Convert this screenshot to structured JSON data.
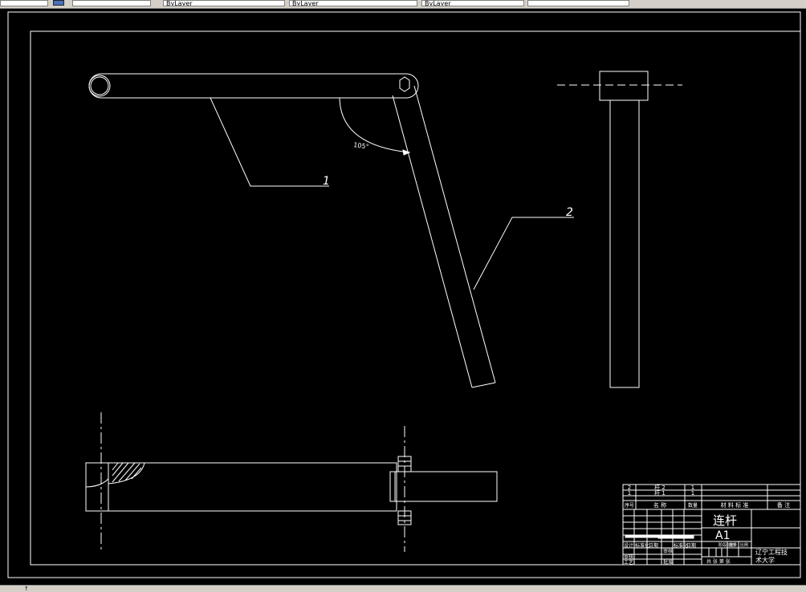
{
  "toolbar": {
    "layer_controls": [
      "ByLayer",
      "ByLayer",
      "ByLayer"
    ]
  },
  "drawing": {
    "leaders": {
      "part1": "1",
      "part2": "2"
    },
    "angle_dimension": "105°",
    "title_block": {
      "part_name": "连杆",
      "sheet_size": "A1",
      "school_line1": "辽宁工程技",
      "school_line2": "术大学",
      "sheet_text": "共 张 第 张",
      "bom": {
        "rows": [
          {
            "index": "2",
            "name": "杆 2",
            "qty": "1"
          },
          {
            "index": "1",
            "name": "杆 1",
            "qty": "1"
          }
        ],
        "headers": {
          "index": "序号",
          "name": "名  称",
          "qty": "数量",
          "material": "材  料  标  准",
          "remark": "备 注"
        }
      },
      "labels": {
        "designer": "设计",
        "standardize": "标准化",
        "review": "审核",
        "process": "工艺",
        "approve": "批准",
        "stage_mark": "阶段标记",
        "weight": "重量",
        "scale": "比例",
        "date1": "日期",
        "date2": "日期",
        "sign": "签名"
      }
    }
  },
  "colors": {
    "line": "#ffffff",
    "background": "#000000",
    "ui": "#d4d0c8"
  }
}
